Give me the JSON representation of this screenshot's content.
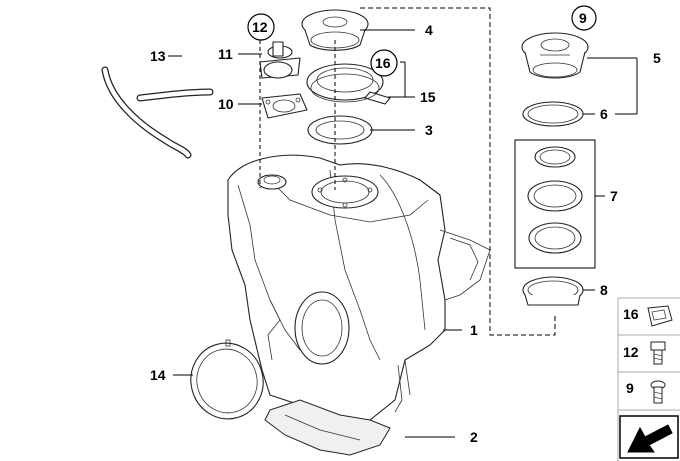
{
  "callouts": {
    "c1": "1",
    "c2": "2",
    "c3": "3",
    "c4": "4",
    "c5": "5",
    "c6": "6",
    "c7": "7",
    "c8": "8",
    "c9": "9",
    "c10": "10",
    "c11": "11",
    "c12": "12",
    "c13": "13",
    "c14": "14",
    "c15": "15",
    "c16": "16"
  },
  "sidebar": {
    "items": [
      {
        "label": "16",
        "icon": "speed-nut-icon"
      },
      {
        "label": "12",
        "icon": "hex-bolt-icon"
      },
      {
        "label": "9",
        "icon": "screw-icon"
      }
    ],
    "nav_icon": "arrow-icon"
  }
}
